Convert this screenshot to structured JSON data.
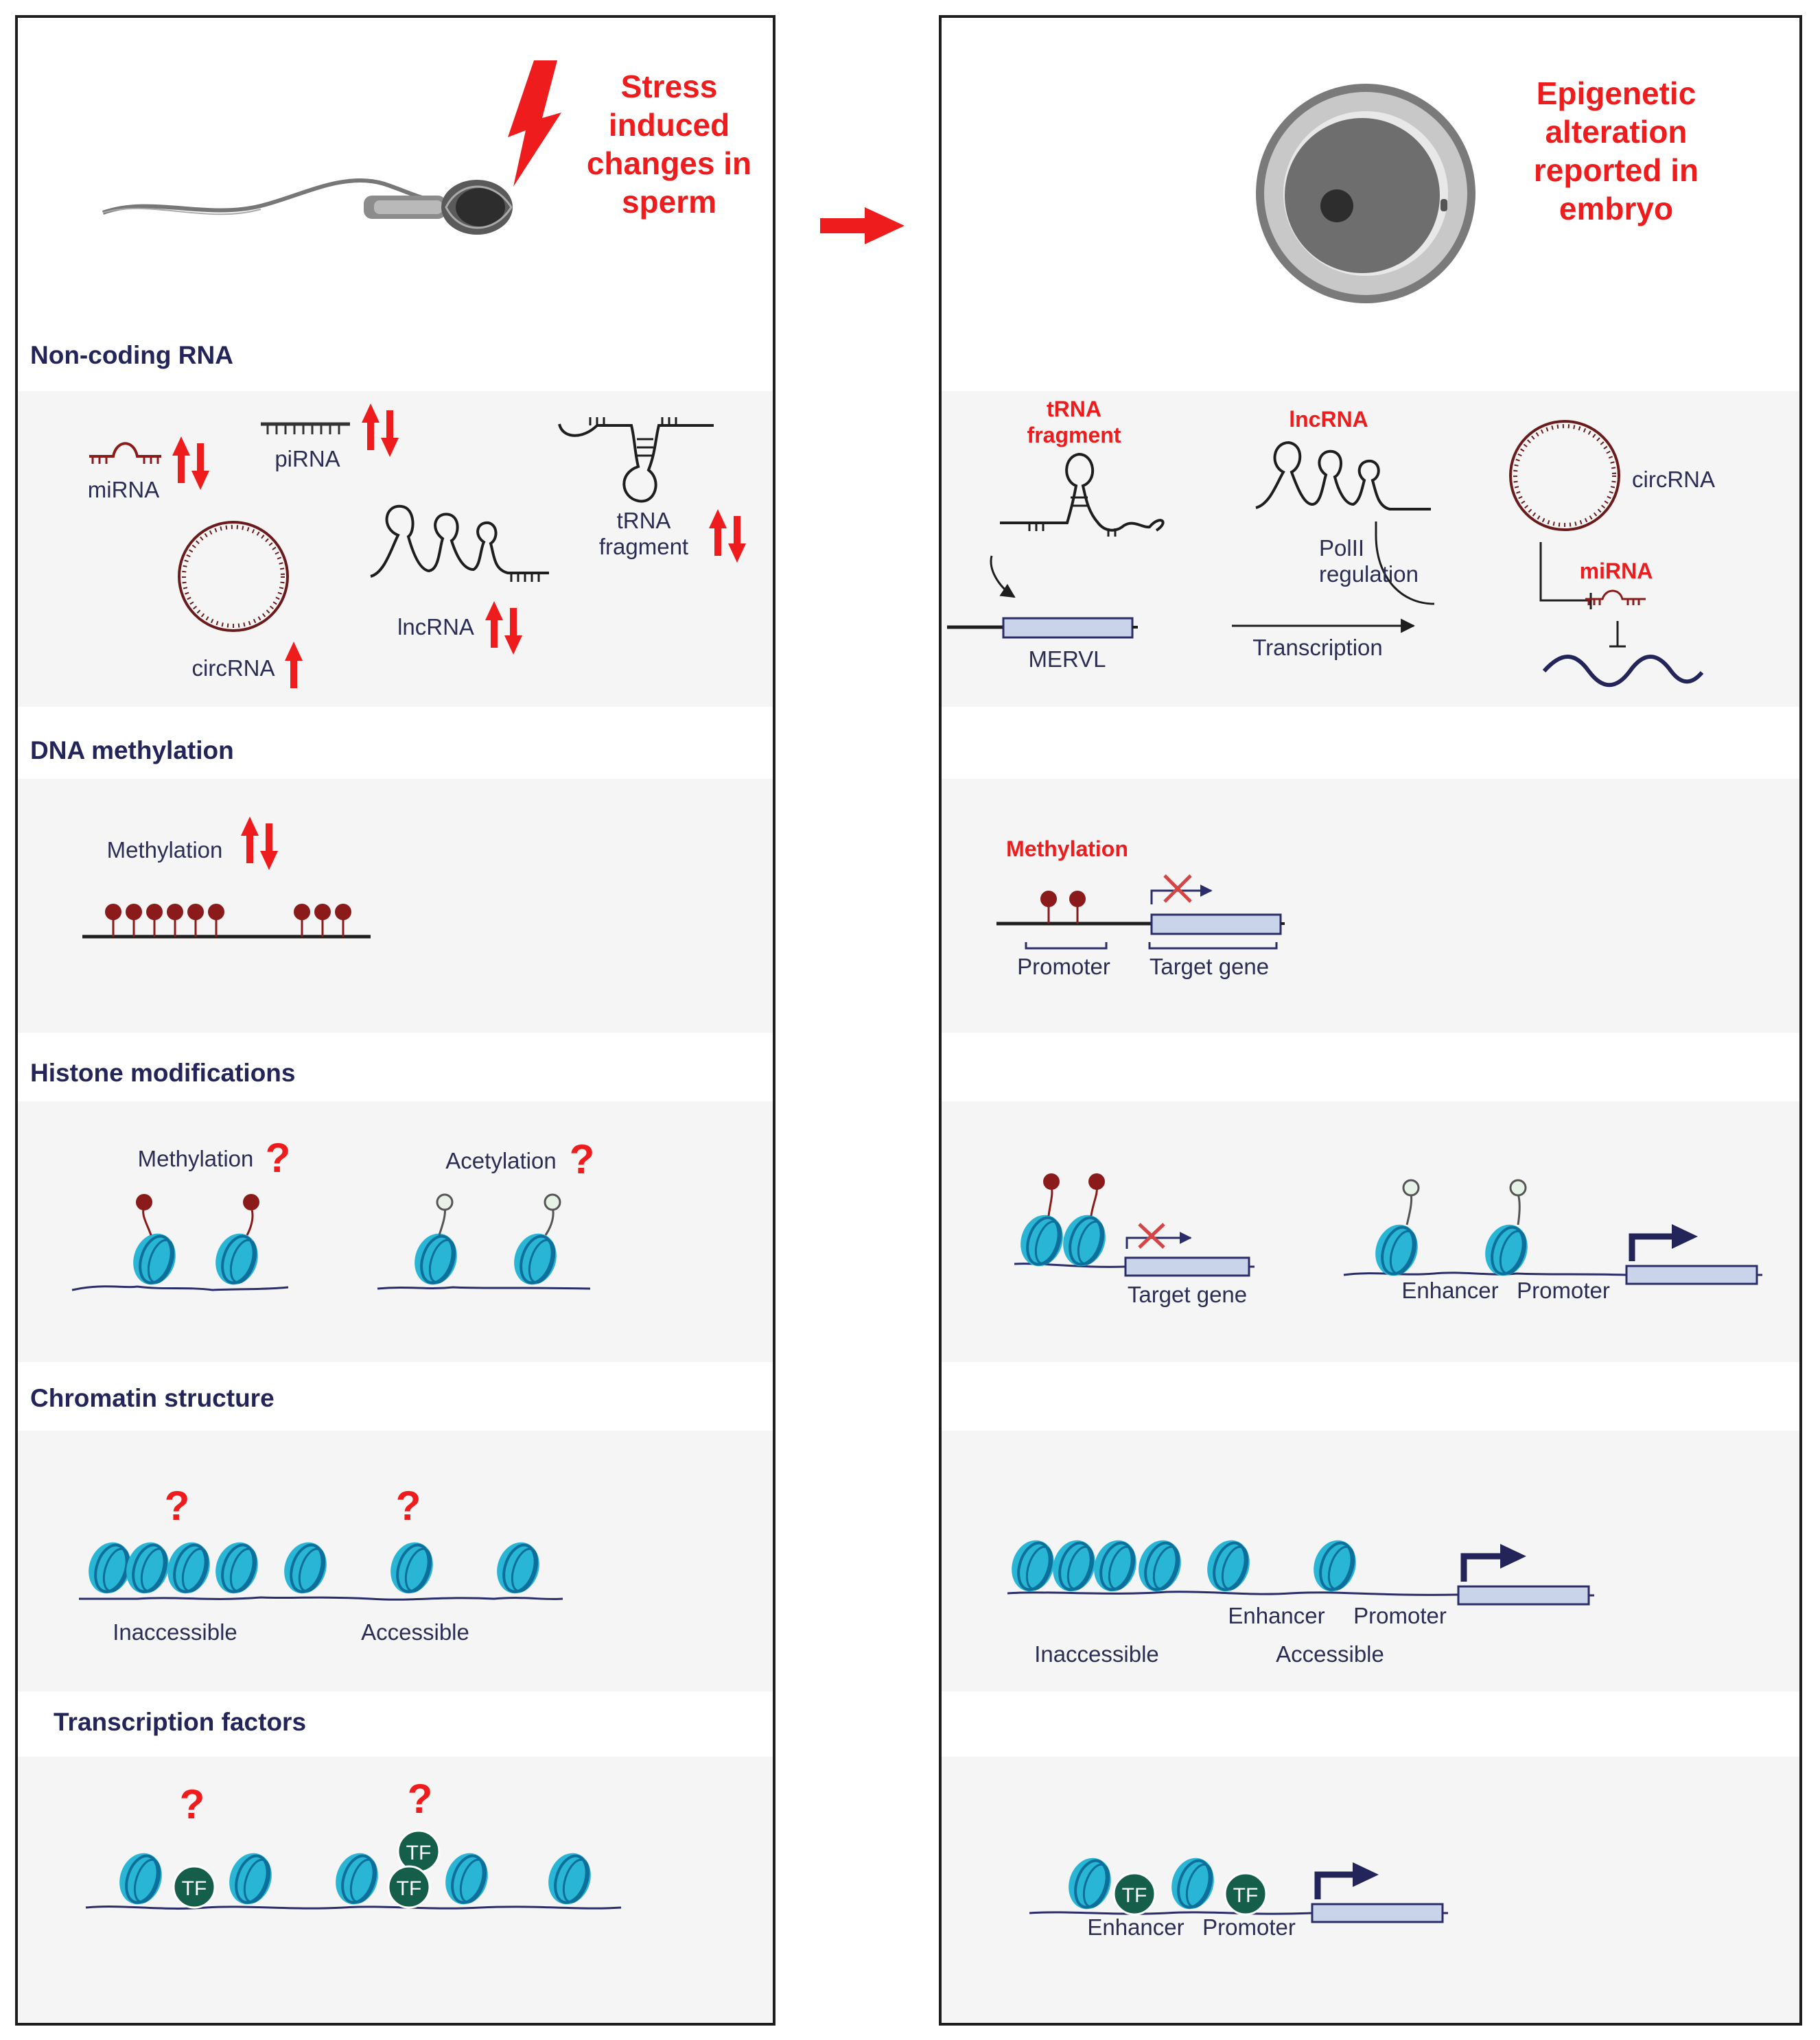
{
  "left_panel": {
    "title_lines": [
      "Stress",
      "induced",
      "changes in",
      "sperm"
    ],
    "sections": {
      "ncrna": {
        "heading": "Non-coding RNA",
        "mirna": "miRNA",
        "pirna": "piRNA",
        "trna_line1": "tRNA",
        "trna_line2": "fragment",
        "circrna": "circRNA",
        "lncrna": "lncRNA"
      },
      "dna": {
        "heading": "DNA methylation",
        "methylation": "Methylation"
      },
      "histone": {
        "heading": "Histone modifications",
        "methylation": "Methylation",
        "acetylation": "Acetylation"
      },
      "chromatin": {
        "heading": "Chromatin structure",
        "inaccessible": "Inaccessible",
        "accessible": "Accessible"
      },
      "tf": {
        "heading": "Transcription factors",
        "tf_label": "TF"
      },
      "question_mark": "?"
    }
  },
  "right_panel": {
    "title_lines": [
      "Epigenetic",
      "alteration",
      "reported in",
      "embryo"
    ],
    "ncrna": {
      "trna_line1": "tRNA",
      "trna_line2": "fragment",
      "mervl": "MERVL",
      "lncrna": "lncRNA",
      "polii_line1": "PolII",
      "polii_line2": "regulation",
      "transcription": "Transcription",
      "circrna": "circRNA",
      "mirna": "miRNA"
    },
    "dna": {
      "methylation": "Methylation",
      "promoter": "Promoter",
      "target_gene": "Target gene"
    },
    "histone": {
      "target_gene": "Target gene",
      "enhancer": "Enhancer",
      "promoter": "Promoter"
    },
    "chromatin": {
      "enhancer": "Enhancer",
      "promoter": "Promoter",
      "inaccessible": "Inaccessible",
      "accessible": "Accessible"
    },
    "tf": {
      "enhancer": "Enhancer",
      "promoter": "Promoter",
      "tf_label": "TF"
    }
  },
  "colors": {
    "heading_text": "#22245a",
    "red": "#ee1c1c",
    "band": "#f5f5f5",
    "nucleosome": "#29b6d6",
    "nucleosome_dark": "#0d6f9a",
    "tf": "#155e4a",
    "methyl": "#8b1a1a",
    "gene_box": "#c9d4ea",
    "dna_line": "#2b2d6b"
  },
  "icons": [
    "sperm-icon",
    "lightning-icon",
    "arrow-right-icon",
    "embryo-icon"
  ]
}
